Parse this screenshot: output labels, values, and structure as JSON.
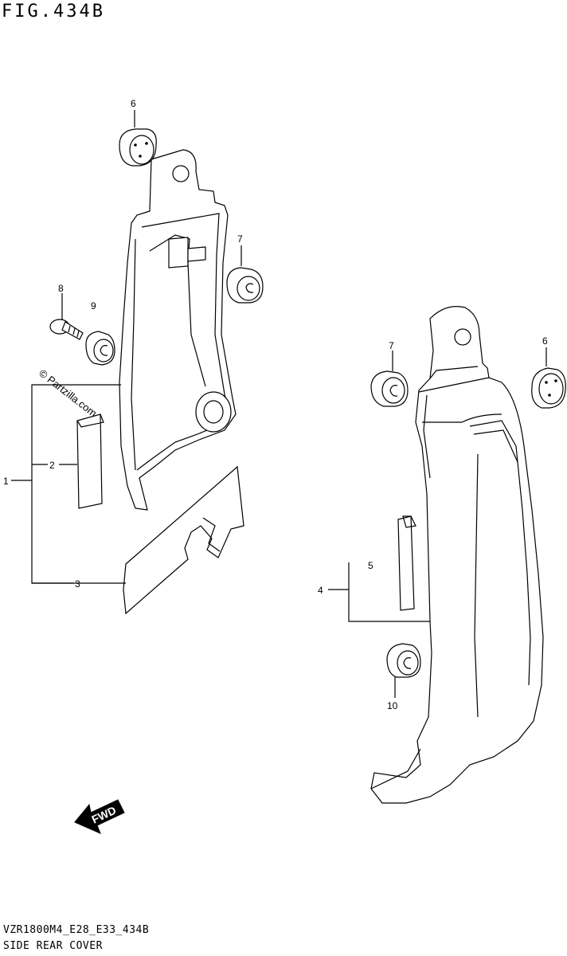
{
  "figure_title": "FIG.434B",
  "watermark": "© Partzilla.com",
  "fwd_label": "FWD",
  "footer": {
    "model_code": "VZR1800M4_E28_E33_434B",
    "section": "SIDE REAR COVER"
  },
  "callouts": {
    "c1": "1",
    "c2": "2",
    "c3": "3",
    "c4": "4",
    "c5": "5",
    "c6a": "6",
    "c6b": "6",
    "c7a": "7",
    "c7b": "7",
    "c8": "8",
    "c9": "9",
    "c10": "10"
  }
}
